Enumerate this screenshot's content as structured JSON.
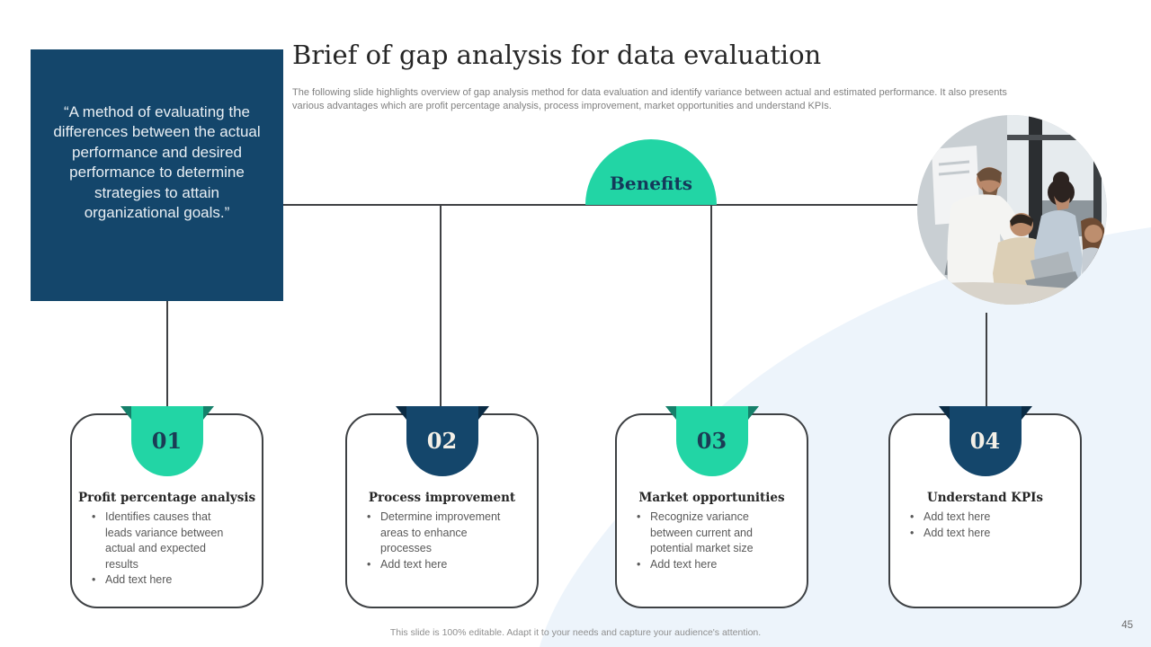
{
  "slide": {
    "title": "Brief of gap analysis for data evaluation",
    "subtitle": "The following slide highlights overview of gap analysis method for data evaluation and identify variance between actual and estimated performance. It also presents various advantages which are profit percentage analysis, process improvement, market opportunities and understand KPIs.",
    "quote": "“A method of evaluating the differences between the actual performance and desired performance to determine strategies to attain organizational goals.”",
    "benefits_label": "Benefits",
    "footer": "This slide is 100% editable. Adapt it to your needs and capture your audience's attention.",
    "page_number": "45"
  },
  "cards": [
    {
      "number": "01",
      "accent": "green",
      "title": "Profit percentage analysis",
      "bullets": [
        "Identifies causes that leads variance between actual and expected results",
        "Add text here"
      ]
    },
    {
      "number": "02",
      "accent": "navy",
      "title": "Process improvement",
      "bullets": [
        "Determine improvement areas to enhance processes",
        "Add text here"
      ]
    },
    {
      "number": "03",
      "accent": "green",
      "title": "Market opportunities",
      "bullets": [
        "Recognize variance between current and potential market size",
        "Add text here"
      ]
    },
    {
      "number": "04",
      "accent": "navy",
      "title": "Understand KPIs",
      "bullets": [
        "Add text here",
        "Add text here"
      ]
    }
  ],
  "photo": {
    "description": "team-collaboration-photo"
  },
  "colors": {
    "navy": "#14466B",
    "green": "#22D5A5",
    "green_fold": "#15806A",
    "navy_fold": "#0A2B44",
    "connector": "#3F4144",
    "body_text": "#595959",
    "background_swoosh": "#EDF4FB"
  }
}
